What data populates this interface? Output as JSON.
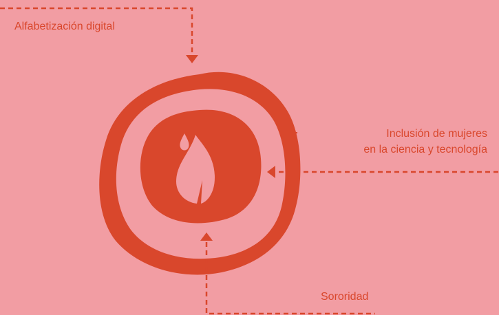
{
  "colors": {
    "background": "#f29da3",
    "accent": "#d9472c",
    "icon_fill": "#f29da3"
  },
  "labels": {
    "top": "Alfabetización digital",
    "right_line1": "Inclusión de mujeres",
    "right_line2": "en la ciencia y tecnología",
    "bottom": "Sororidad"
  },
  "icons": {
    "center": "flame-icon"
  }
}
